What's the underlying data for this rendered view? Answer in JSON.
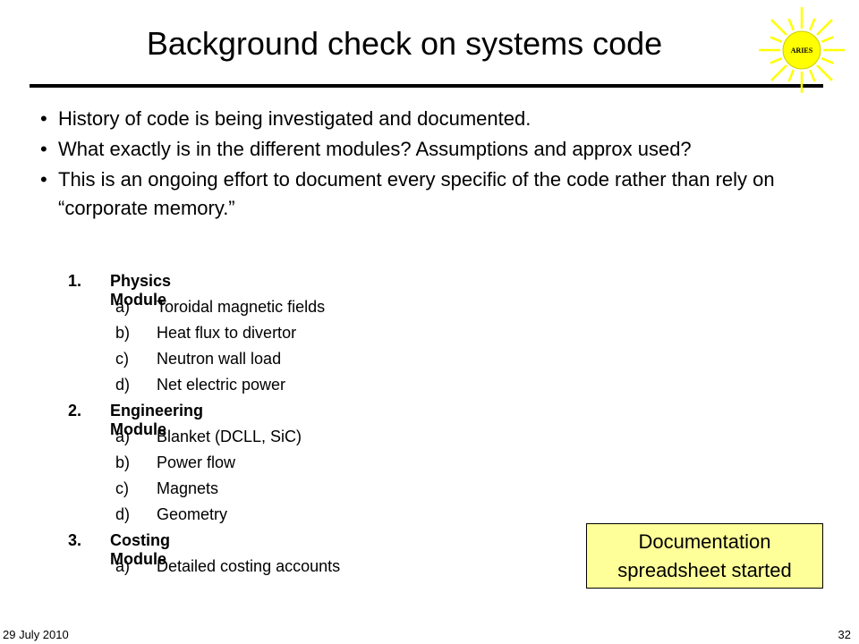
{
  "title": "Background check on systems code",
  "logo_text": "ARIES",
  "bullets": [
    "History of code is being investigated and documented.",
    "What exactly is in the different modules? Assumptions and approx used?",
    "This is an ongoing effort to document every specific of the code rather than rely on “corporate memory.”"
  ],
  "modules": [
    {
      "num": "1.",
      "label": "Physics Module",
      "items": [
        {
          "letter": "a)",
          "label": "Toroidal magnetic fields"
        },
        {
          "letter": "b)",
          "label": "Heat flux to divertor"
        },
        {
          "letter": "c)",
          "label": "Neutron wall load"
        },
        {
          "letter": "d)",
          "label": "Net electric power"
        }
      ]
    },
    {
      "num": "2.",
      "label": "Engineering Module",
      "items": [
        {
          "letter": "a)",
          "label": "Blanket (DCLL, SiC)"
        },
        {
          "letter": "b)",
          "label": "Power flow"
        },
        {
          "letter": "c)",
          "label": "Magnets"
        },
        {
          "letter": "d)",
          "label": "Geometry"
        }
      ]
    },
    {
      "num": "3.",
      "label": "Costing Module",
      "items": [
        {
          "letter": "a)",
          "label": "Detailed costing accounts"
        }
      ]
    }
  ],
  "note": {
    "line1": "Documentation",
    "line2": "spreadsheet started"
  },
  "footer": {
    "date": "29 July 2010",
    "page": "32"
  },
  "colors": {
    "note_bg": "#ffff99",
    "sun": "#ffff00"
  }
}
